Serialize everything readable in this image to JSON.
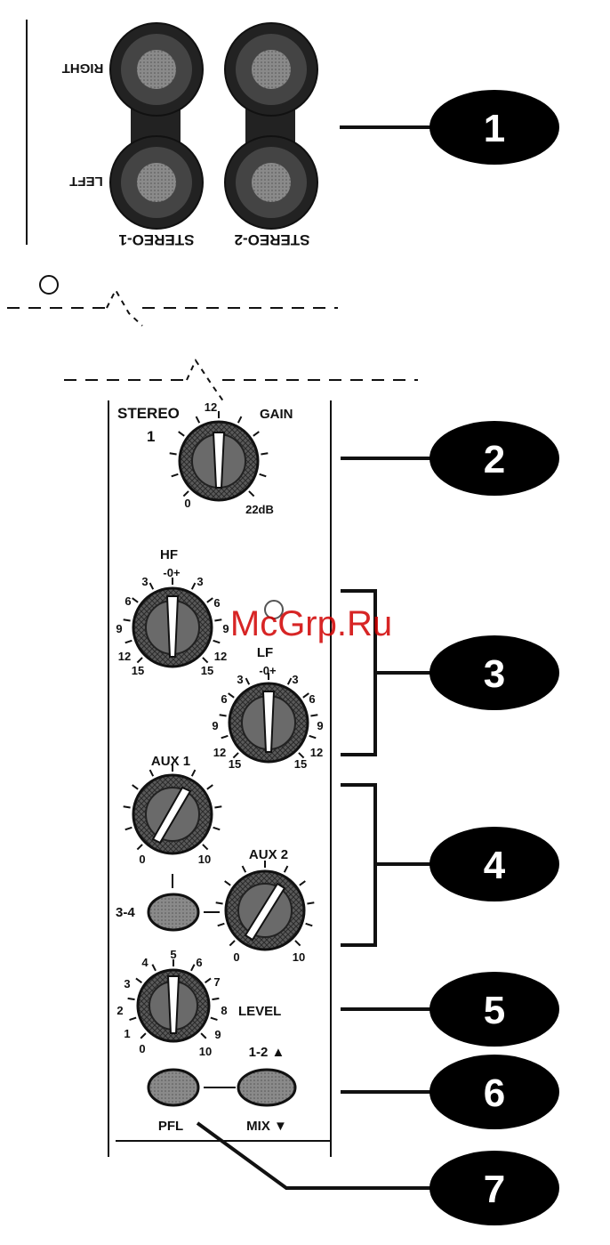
{
  "jacks": {
    "right_label": "RIGHT",
    "left_label": "LEFT",
    "stereo1_label": "STEREO-1",
    "stereo2_label": "STEREO-2"
  },
  "channel": {
    "title_line1": "STEREO",
    "title_line2": "1",
    "gain": {
      "label": "GAIN",
      "top": "12",
      "min": "0",
      "max": "22dB"
    },
    "hf": {
      "label": "HF",
      "center": "-0+",
      "scale_left": [
        "3",
        "6",
        "9",
        "12",
        "15"
      ],
      "scale_right": [
        "3",
        "6",
        "9",
        "12",
        "15"
      ]
    },
    "lf": {
      "label": "LF",
      "center": "-0+",
      "scale_left": [
        "3",
        "6",
        "9",
        "12",
        "15"
      ],
      "scale_right": [
        "3",
        "6",
        "9",
        "12",
        "15"
      ]
    },
    "aux1": {
      "label": "AUX 1",
      "min": "0",
      "max": "10"
    },
    "aux2": {
      "label": "AUX 2",
      "min": "0",
      "max": "10"
    },
    "switch_34": "3-4",
    "level": {
      "label": "LEVEL",
      "scale": [
        "0",
        "1",
        "2",
        "3",
        "4",
        "5",
        "6",
        "7",
        "8",
        "9",
        "10"
      ]
    },
    "routing": {
      "label": "1-2 ▲",
      "mix": "MIX ▼"
    },
    "pfl": "PFL"
  },
  "callouts": [
    "1",
    "2",
    "3",
    "4",
    "5",
    "6",
    "7"
  ],
  "watermark": "McGrp.Ru"
}
